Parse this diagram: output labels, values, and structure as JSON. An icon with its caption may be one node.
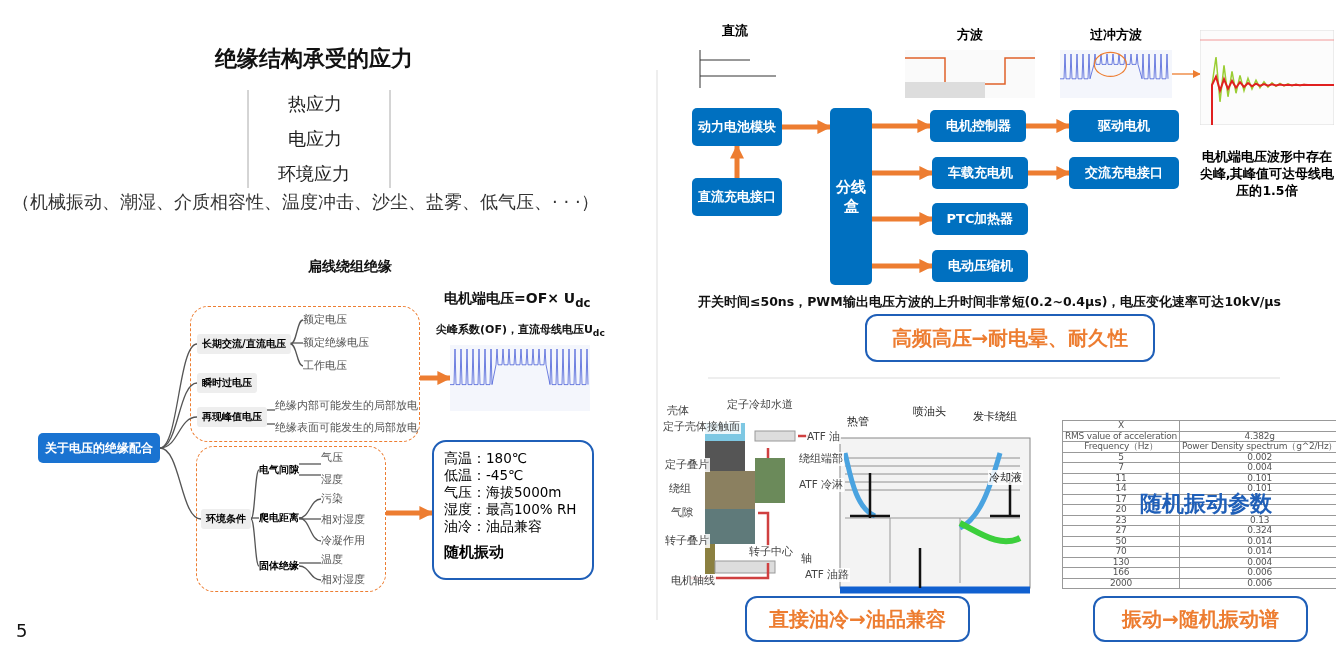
{
  "diagram": {
    "nodes": [
      {
        "text": [
          "关于电压的绝缘配合"
        ]
      },
      {
        "text": [],
        "shape": "box"
      },
      {
        "text": [
          "长期交流/直流电压"
        ],
        "in": 1
      },
      {
        "text": [
          "额定电压"
        ],
        "in": 1
      },
      {
        "text": [
          "额定绝缘电压"
        ],
        "in": 1
      },
      {
        "text": [
          "工作电压"
        ],
        "in": 1
      },
      {
        "text": [
          "瞬时过电压"
        ],
        "in": 1
      },
      {
        "text": [
          "再现峰值电压"
        ],
        "in": 1
      },
      {
        "text": [
          "绝缘内部可能发生的局部放电"
        ],
        "in": 1
      },
      {
        "text": [
          "绝缘表面可能发生的局部放电"
        ],
        "in": 1
      },
      {
        "text": [],
        "shape": "box"
      },
      {
        "text": [
          "环境条件"
        ],
        "in": 10
      },
      {
        "text": [
          "电气间隙"
        ],
        "in": 10
      },
      {
        "text": [
          "气压"
        ],
        "in": 10
      },
      {
        "text": [
          "湿度"
        ],
        "in": 10
      },
      {
        "text": [
          "爬电距离"
        ],
        "in": 10
      },
      {
        "text": [
          "污染"
        ],
        "in": 10
      },
      {
        "text": [
          "相对湿度"
        ],
        "in": 10
      },
      {
        "text": [
          "冷凝作用"
        ],
        "in": 10
      },
      {
        "text": [
          "固体绝缘"
        ],
        "in": 10
      },
      {
        "text": [
          "温度"
        ],
        "in": 10
      },
      {
        "text": [
          "相对湿度"
        ],
        "in": 10
      },
      {
        "text": [],
        "shape": "picture"
      },
      {
        "text": [
          "高温：180℃",
          "低温：-45℃",
          "气压：海拔5000m",
          "湿度：最高100% RH",
          "油冷：油品兼容",
          "随机振动"
        ]
      },
      {
        "text": [
          "动力电池模块"
        ]
      },
      {
        "text": [
          "直流充电接口"
        ]
      },
      {
        "text": [
          "分线盒"
        ]
      },
      {
        "text": [
          "电机控制器"
        ]
      },
      {
        "text": [
          "车载充电机"
        ]
      },
      {
        "text": [
          "PTC加热器"
        ]
      },
      {
        "text": [
          "电动压缩机"
        ]
      },
      {
        "text": [
          "驱动电机"
        ]
      },
      {
        "text": [
          "交流充电接口"
        ]
      },
      {
        "text": [],
        "shape": "picture",
        "beside": [
          "直流"
        ]
      },
      {
        "text": [],
        "shape": "picture",
        "beside": [
          "方波"
        ]
      },
      {
        "text": [],
        "shape": "picture",
        "beside": [
          "过冲方波"
        ]
      },
      {
        "text": [],
        "shape": "picture",
        "beside": [
          "电机端电压波形中存在尖峰,其峰值可达母线电压的1.5倍"
        ]
      },
      {
        "text": [
          "高频高压→耐电晕、耐久性"
        ]
      },
      {
        "text": [],
        "shape": "picture"
      },
      {
        "text": [
          "直接油冷→油品兼容"
        ]
      },
      {
        "text": [
          "振动→随机振动谱"
        ]
      }
    ],
    "edges": [
      {
        "from": 0,
        "to": 2,
        "arrow": "none"
      },
      {
        "from": 0,
        "to": 6,
        "arrow": "none"
      },
      {
        "from": 0,
        "to": 7,
        "arrow": "none"
      },
      {
        "from": 0,
        "to": 11,
        "arrow": "none"
      },
      {
        "from": 2,
        "to": 3,
        "arrow": "none"
      },
      {
        "from": 2,
        "to": 4,
        "arrow": "none"
      },
      {
        "from": 2,
        "to": 5,
        "arrow": "none"
      },
      {
        "from": 7,
        "to": 8,
        "arrow": "none"
      },
      {
        "from": 7,
        "to": 9,
        "arrow": "none"
      },
      {
        "from": 11,
        "to": 12,
        "arrow": "none"
      },
      {
        "from": 11,
        "to": 15,
        "arrow": "none"
      },
      {
        "from": 11,
        "to": 19,
        "arrow": "none"
      },
      {
        "from": 12,
        "to": 13,
        "arrow": "none"
      },
      {
        "from": 12,
        "to": 14,
        "arrow": "none"
      },
      {
        "from": 15,
        "to": 16,
        "arrow": "none"
      },
      {
        "from": 15,
        "to": 17,
        "arrow": "none"
      },
      {
        "from": 15,
        "to": 18,
        "arrow": "none"
      },
      {
        "from": 19,
        "to": 20,
        "arrow": "none"
      },
      {
        "from": 19,
        "to": 21,
        "arrow": "none"
      },
      {
        "from": 1,
        "to": 22,
        "arrow": "to",
        "style": "thick",
        "color": "#ed7d31"
      },
      {
        "from": 10,
        "to": 23,
        "arrow": "to",
        "style": "thick",
        "color": "#ed7d31"
      },
      {
        "from": 25,
        "to": 24,
        "arrow": "to",
        "style": "thick",
        "color": "#ed7d31"
      },
      {
        "from": 24,
        "to": 26,
        "arrow": "to",
        "style": "thick",
        "color": "#ed7d31"
      },
      {
        "from": 26,
        "to": 27,
        "arrow": "to",
        "style": "thick",
        "color": "#ed7d31"
      },
      {
        "from": 26,
        "to": 28,
        "arrow": "to",
        "style": "thick",
        "color": "#ed7d31"
      },
      {
        "from": 26,
        "to": 29,
        "arrow": "to",
        "style": "thick",
        "color": "#ed7d31"
      },
      {
        "from": 26,
        "to": 30,
        "arrow": "to",
        "style": "thick",
        "color": "#ed7d31"
      },
      {
        "from": 27,
        "to": 31,
        "arrow": "to",
        "style": "thick",
        "color": "#ed7d31"
      },
      {
        "from": 28,
        "to": 32,
        "arrow": "to",
        "style": "thick",
        "color": "#ed7d31"
      },
      {
        "from": 35,
        "to": 36,
        "arrow": "to",
        "color": "#ed7d31"
      }
    ],
    "labels": [
      "绝缘结构承受的应力",
      "热应力",
      "电应力",
      "环境应力",
      "（机械振动、潮湿、介质相容性、温度冲击、沙尘、盐雾、低气压、· · ·）",
      "扁线绕组绝缘",
      "电机端电压=OF× U$_{dc}$",
      "尖峰系数(OF)，直流母线电压U$_{dc}$",
      "开关时间≤50ns，PWM输出电压方波的上升时间非常短(0.2~0.4μs)，电压变化速率可达10kV/μs",
      "壳体",
      "定子冷却水道",
      "定子壳体接触面",
      "定子叠片",
      "绕组",
      "气隙",
      "转子叠片",
      "转子中心",
      "轴",
      "电机轴线",
      "ATF 油",
      "绕组端部",
      "ATF 冷淋",
      "ATF 油路",
      "热管",
      "喷油头",
      "发卡绕组",
      "冷却液",
      "X",
      "RMS value of acceleration",
      "4.382g",
      "Frequency（Hz）",
      "Power Density spectrum（g^2/Hz）",
      "5",
      "0.002",
      "7",
      "0.004",
      "11",
      "0.101",
      "14",
      "0.101",
      "17",
      "20",
      "23",
      "0.13",
      "27",
      "0.324",
      "50",
      "0.014",
      "70",
      "0.014",
      "130",
      "0.004",
      "166",
      "0.006",
      "2000",
      "0.006",
      "随机振动参数",
      "5"
    ]
  }
}
